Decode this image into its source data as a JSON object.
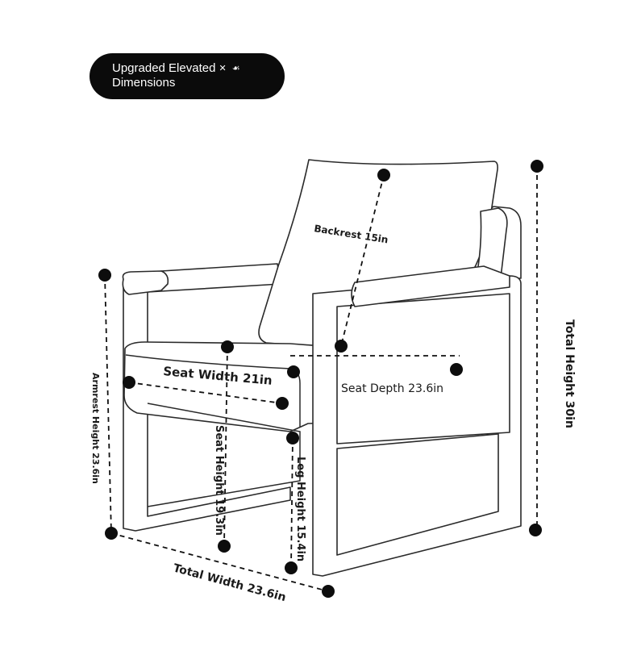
{
  "badge": {
    "line1": "Upgraded Elevated",
    "line2": "Dimensions",
    "glyphs": "✕ ☙"
  },
  "dimensions": {
    "backrest": "Backrest 15in",
    "seat_width": "Seat Width 21in",
    "seat_depth": "Seat Depth 23.6in",
    "total_height": "Total Height 30in",
    "armrest_height": "Armrest Height 23.6in",
    "seat_height": "Seat Height 19.3in",
    "leg_height": "Leg Height 15.4in",
    "total_width": "Total Width 23.6in"
  }
}
